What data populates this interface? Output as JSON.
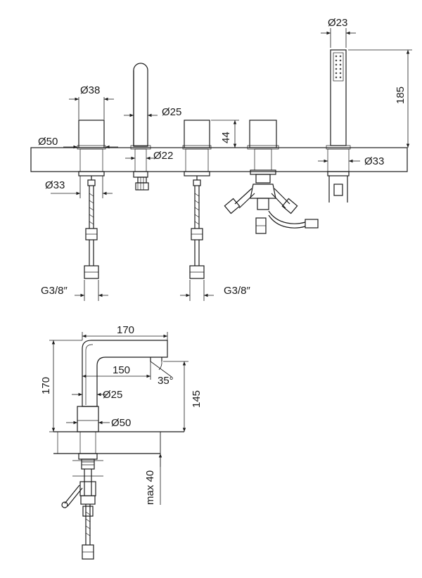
{
  "labels": {
    "d23": "Ø23",
    "d185": "185",
    "d38": "Ø38",
    "d25_top": "Ø25",
    "d44": "44",
    "d50_top": "Ø50",
    "d22": "Ø22",
    "d33_right": "Ø33",
    "d33_left": "Ø33",
    "g38_left": "G3/8″",
    "g38_right": "G3/8″",
    "d170_h": "170",
    "d150": "150",
    "d35": "35°",
    "d170_v": "170",
    "d145": "145",
    "d25_side": "Ø25",
    "d50_side": "Ø50",
    "max40": "max 40"
  }
}
